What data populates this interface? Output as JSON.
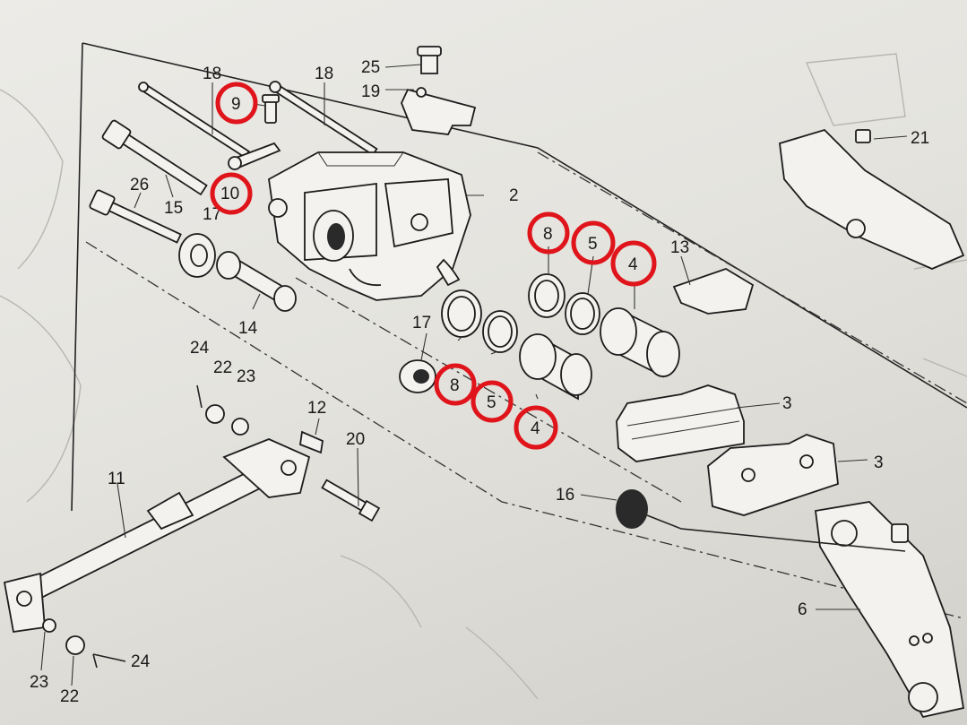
{
  "diagram": {
    "labels": [
      "18",
      "18",
      "9",
      "25",
      "19",
      "10",
      "15",
      "26",
      "17",
      "2",
      "21",
      "8",
      "5",
      "4",
      "13",
      "14",
      "17",
      "8",
      "5",
      "4",
      "24",
      "22",
      "23",
      "12",
      "3",
      "3",
      "20",
      "11",
      "16",
      "6",
      "23",
      "22",
      "24"
    ],
    "highlighted_callouts": [
      "9",
      "10",
      "8",
      "5",
      "4",
      "8",
      "5",
      "4"
    ],
    "colors": {
      "highlight": "#e0141b",
      "ink": "#1a1a1a",
      "paper": "#ecebe7"
    }
  }
}
